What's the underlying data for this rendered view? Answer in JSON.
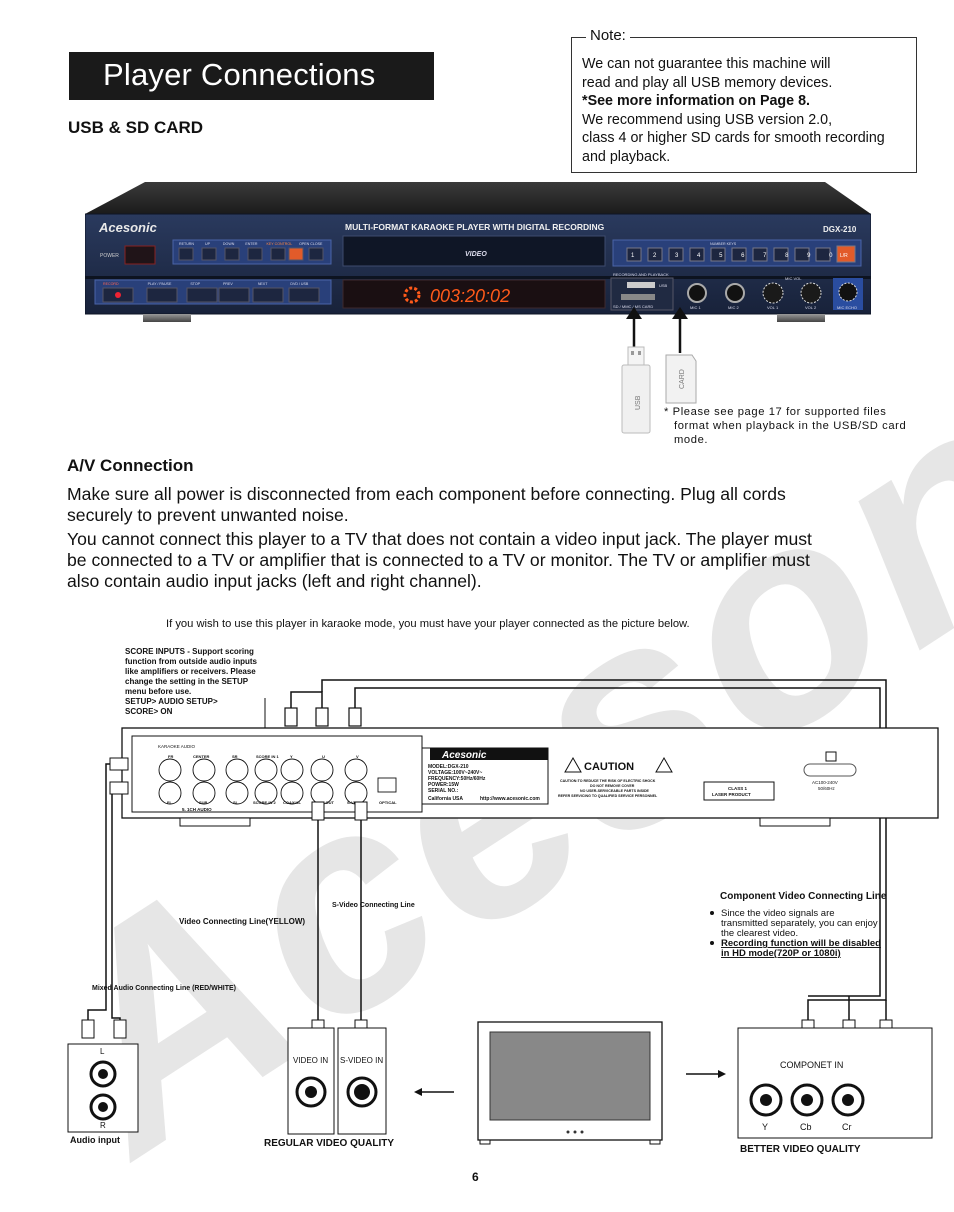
{
  "page": {
    "title": "Player Connections",
    "page_number": "6",
    "watermark": "Acesonic"
  },
  "usb_section": {
    "heading": "USB & SD CARD"
  },
  "note": {
    "label": "Note:",
    "lines": [
      "We can not guarantee this machine will",
      "read and play all USB memory devices.",
      "*See more information on Page 8.",
      "We recommend using USB version 2.0,",
      "class 4 or higher SD cards for smooth recording",
      "and playback."
    ]
  },
  "player": {
    "brand": "Acesonic",
    "front_title": "MULTI-FORMAT KARAOKE PLAYER WITH DIGITAL RECORDING",
    "model": "DGX-210",
    "power_label": "POWER",
    "display_time": "003:20:02",
    "video_logo": "VIDEO",
    "top_button_labels": [
      "RETURN",
      "UP",
      "DOWN",
      "ENTER",
      "KEY CONTROL",
      "OPEN CLOSE"
    ],
    "bottom_button_labels": [
      "RECORD",
      "PLAY / PAUSE",
      "STOP",
      "PREV",
      "NEXT",
      "DVD / USB"
    ],
    "number_keys": [
      "1",
      "2",
      "3",
      "4",
      "5",
      "6",
      "7",
      "8",
      "9",
      "0"
    ],
    "lr_key": "L/R",
    "number_caption": "NUMBER KEYS",
    "recording_label": "RECORDING AND PLAYBACK",
    "usb_port": "USB",
    "sd_label": "SD / MMC / MS CARD",
    "mic1": "MIC 1",
    "mic2": "MIC 2",
    "mic_vol": "MIC VOL",
    "vol1": "VOL 1",
    "vol2": "VOL 2",
    "mic_echo": "MIC ECHO"
  },
  "cards": {
    "usb_label": "USB",
    "card_label": "CARD"
  },
  "footnote": {
    "lines": [
      "* Please see page 17 for supported files",
      "format when playback in the USB/SD card",
      "mode."
    ]
  },
  "av_section": {
    "heading": "A/V Connection",
    "para1": [
      "Make sure all power is disconnected from each component before connecting. Plug all cords",
      "securely to prevent unwanted noise."
    ],
    "para2": [
      "You cannot connect this player to a TV that does not contain a video input jack. The player must",
      "be connected to a TV or amplifier that is connected to a TV or monitor. The TV or amplifier must",
      "also contain audio input jacks (left and right channel)."
    ],
    "karaoke_note": "If you wish to use this player in karaoke mode, you must have your player connected  as the picture below."
  },
  "diagram": {
    "score_inputs": {
      "heading": "SCORE INPUTS -",
      "lines": [
        "Support scoring",
        "function from outside audio inputs",
        "like amplifiers or receivers. Please",
        "change the setting in the SETUP",
        "menu before use.",
        " SETUP> AUDIO SETUP>",
        " SCORE> ON"
      ]
    },
    "rear_panel": {
      "karaoke_audio": "KARAOKE AUDIO",
      "top_jacks": [
        "FR",
        "CENTER",
        "SR",
        "SCORE IN 1",
        "Y",
        "U",
        "V"
      ],
      "bottom_jacks": [
        "FL",
        "SUB",
        "SL",
        "SCORE IN 2",
        "COAXIAL",
        "VIDEO OUT",
        "S-VIDEO",
        "OPTICAL"
      ],
      "channel_caption": "5. 1CH      AUDIO",
      "brand": "Acesonic",
      "spec_lines": [
        "MODEL:DGX-210",
        "VOLTAGE:100V~240V~",
        "FREQUENCY:50Hz/60Hz",
        "POWER:15W",
        "SERIAL NO.:"
      ],
      "made_in": "California USA",
      "website": "http://www.acesonic.com",
      "caution": "CAUTION",
      "caution_lines": [
        "CAUTION:TO REDUCE THE RISK OF ELECTRIC SHOCK",
        "DO NOT REMOVE COVER",
        "NO USER-SERVICEABLE PARTS INSIDE",
        "REFER SERVICING TO QUALIFIED SERVICE PERSONNEL"
      ],
      "laser_lines": [
        "CLASS 1",
        "LASER PRODUCT"
      ],
      "ac_lines": [
        "AC100-240V",
        "50/60Hz"
      ]
    },
    "labels": {
      "svideo_line": "S-Video Connecting Line",
      "video_line": "Video Connecting Line(YELLOW)",
      "mixed_audio": "Mixed Audio Connecting Line (RED/WHITE)",
      "component_line": "Component Video Connecting Line"
    },
    "component_bullets": [
      [
        "Since the video signals are",
        "transmitted separately, you can enjoy",
        "the clearest video."
      ],
      [
        "Recording function will be disabled",
        " in HD mode(720P or 1080i)"
      ]
    ],
    "audio_input": {
      "l": "L",
      "r": "R",
      "caption": "Audio input"
    },
    "regular": {
      "video_in": "VIDEO  IN",
      "svideo_in": "S-VIDEO  IN",
      "caption": "REGULAR VIDEO QUALITY"
    },
    "better": {
      "component_in": "COMPONET  IN",
      "y": "Y",
      "cb": "Cb",
      "cr": "Cr",
      "caption": "BETTER VIDEO QUALITY"
    }
  }
}
